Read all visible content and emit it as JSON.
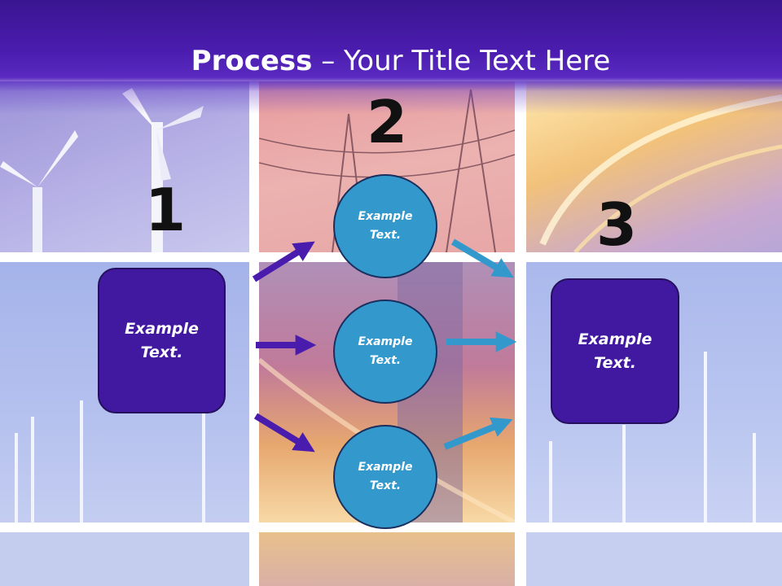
{
  "title": {
    "strong": "Process",
    "dash": " – ",
    "rest": "Your Title Text Here"
  },
  "steps": [
    {
      "number": "1",
      "text": "Example\nText."
    },
    {
      "number": "2",
      "items": [
        "Example\nText.",
        "Example\nText.",
        "Example\nText."
      ]
    },
    {
      "number": "3",
      "text": "Example\nText."
    }
  ],
  "colors": {
    "header": "#4a1cae",
    "box_fill": "#4118a0",
    "circle_fill": "#3399cc",
    "arrow_left": "#4a1cae",
    "arrow_right": "#3399cc"
  }
}
